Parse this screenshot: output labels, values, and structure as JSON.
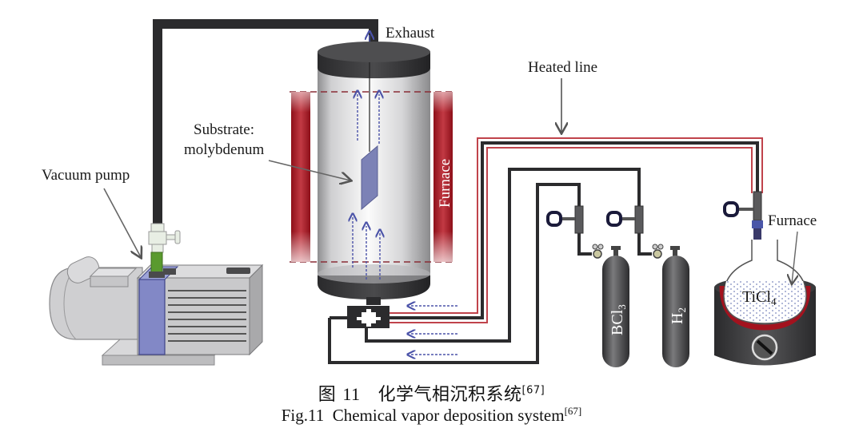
{
  "figure": {
    "labels": {
      "exhaust": "Exhaust",
      "heated_line": "Heated line",
      "substrate_line1": "Substrate:",
      "substrate_line2": "molybdenum",
      "vacuum_pump": "Vacuum pump",
      "furnace_reactor": "Furnace",
      "furnace_bubbler": "Furnace",
      "cylinder_bcl3_base": "BCl",
      "cylinder_bcl3_sub": "3",
      "cylinder_h2_base": "H",
      "cylinder_h2_sub": "2",
      "bubbler_base": "TiCl",
      "bubbler_sub": "4"
    },
    "colors": {
      "pipe": "#2b2b2d",
      "heater_red": "#a3121e",
      "heated_line_red": "#c0434b",
      "substrate": "#7c82b6",
      "flow_arrow": "#4a52a8",
      "pump_body": "#c9c9cb",
      "pump_accent": "#8288c6",
      "valve_green": "#5a9a2e",
      "cylinder": "#4a4a4c"
    }
  },
  "caption": {
    "cn_prefix": "图",
    "cn_number": "11",
    "cn_title": "化学气相沉积系统",
    "cn_ref": "[67]",
    "en_prefix": "Fig.11",
    "en_title": "Chemical vapor deposition system",
    "en_ref": "[67]"
  }
}
